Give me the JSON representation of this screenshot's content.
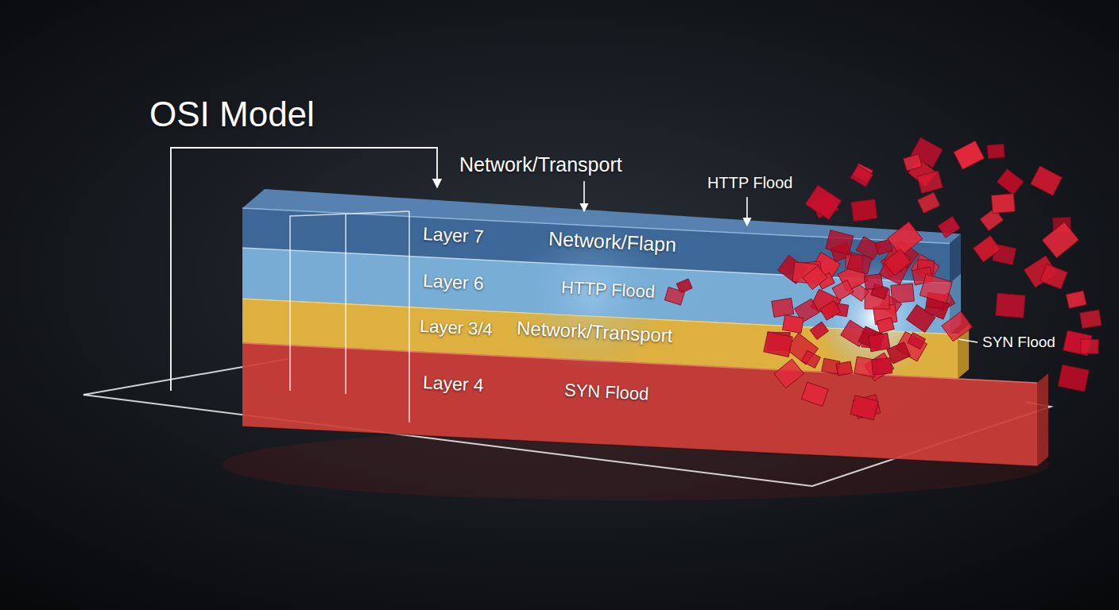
{
  "diagram": {
    "title": "OSI Model",
    "nodes": [
      {
        "text": [
          "Layer 7",
          "Network/Flapn"
        ]
      },
      {
        "text": [
          "Layer 6",
          "HTTP Flood"
        ]
      },
      {
        "text": [
          "Layer 3/4",
          "Network/Transport"
        ]
      },
      {
        "text": [
          "Layer 4",
          "SYN Flood"
        ]
      }
    ],
    "labels": [
      "Network/Transport",
      "HTTP Flood",
      "SYN Flood"
    ]
  }
}
